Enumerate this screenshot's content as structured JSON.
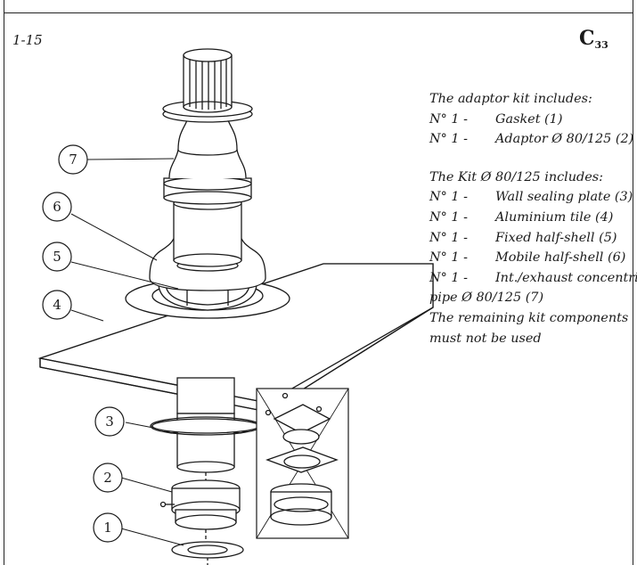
{
  "figure": {
    "number": "1-15",
    "code_letter": "C",
    "code_sub": "33"
  },
  "notes": {
    "adaptor_heading": "The adaptor kit includes:",
    "adaptor_items": [
      {
        "qty": "N° 1 -",
        "text": "Gasket (1)"
      },
      {
        "qty": "N° 1 -",
        "text": "Adaptor Ø 80/125 (2)"
      }
    ],
    "kit_heading": "The Kit Ø 80/125 includes:",
    "kit_items": [
      {
        "qty": "N° 1 -",
        "text": "Wall sealing plate (3)"
      },
      {
        "qty": "N° 1 -",
        "text": "Aluminium tile (4)"
      },
      {
        "qty": "N° 1 -",
        "text": "Fixed half-shell (5)"
      },
      {
        "qty": "N° 1 -",
        "text": "Mobile half-shell (6)"
      },
      {
        "qty": "N° 1 -",
        "text": "Int./exhaust concentric"
      }
    ],
    "kit_item_cont": "pipe Ø 80/125 (7)",
    "remaining_1": "The remaining kit components",
    "remaining_2": "must not be used"
  },
  "callouts": [
    "1",
    "2",
    "3",
    "4",
    "5",
    "6",
    "7"
  ]
}
